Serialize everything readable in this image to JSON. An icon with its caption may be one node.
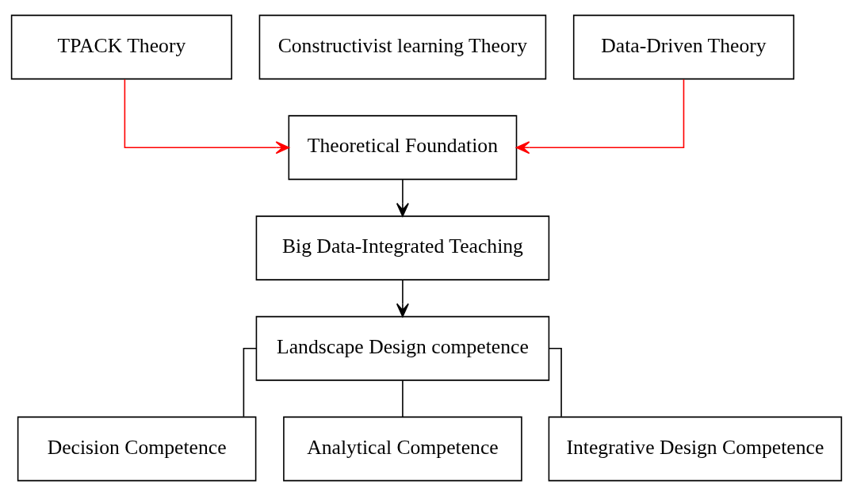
{
  "diagram": {
    "nodes": [
      {
        "text": [
          "TPACK Theory"
        ]
      },
      {
        "text": [
          "Constructivist learning Theory"
        ]
      },
      {
        "text": [
          "Data-Driven Theory"
        ]
      },
      {
        "text": [
          "Theoretical Foundation"
        ]
      },
      {
        "text": [
          "Big Data-Integrated Teaching"
        ]
      },
      {
        "text": [
          "Landscape Design competence"
        ]
      },
      {
        "text": [
          "Decision Competence"
        ]
      },
      {
        "text": [
          "Analytical Competence"
        ]
      },
      {
        "text": [
          "Integrative Design Competence"
        ]
      }
    ],
    "edges": [
      {
        "from": 0,
        "to": 3,
        "arrow": "to",
        "color": "#ff0000"
      },
      {
        "from": 2,
        "to": 3,
        "arrow": "to",
        "color": "#ff0000"
      },
      {
        "from": 3,
        "to": 4,
        "arrow": "to"
      },
      {
        "from": 4,
        "to": 5,
        "arrow": "to"
      },
      {
        "from": 5,
        "to": 6,
        "arrow": "none"
      },
      {
        "from": 5,
        "to": 7,
        "arrow": "none"
      },
      {
        "from": 5,
        "to": 8,
        "arrow": "none"
      }
    ]
  }
}
